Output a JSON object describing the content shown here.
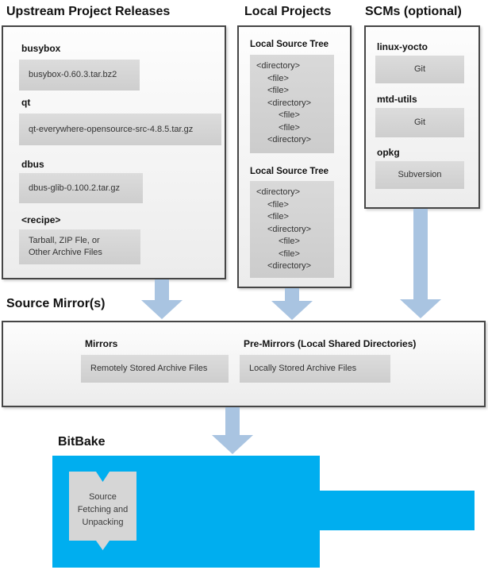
{
  "headings": {
    "upstream": "Upstream Project Releases",
    "local": "Local Projects",
    "scms": "SCMs (optional)",
    "mirrors": "Source Mirror(s)",
    "bitbake": "BitBake"
  },
  "upstream": {
    "items": [
      {
        "label": "busybox",
        "value": "busybox-0.60.3.tar.bz2"
      },
      {
        "label": "qt",
        "value": "qt-everywhere-opensource-src-4.8.5.tar.gz"
      },
      {
        "label": "dbus",
        "value": "dbus-glib-0.100.2.tar.gz"
      },
      {
        "label": "<recipe>",
        "value": "Tarball, ZIP Fle, or\nOther Archive Files"
      }
    ]
  },
  "local": {
    "trees": [
      {
        "label": "Local Source Tree",
        "lines": [
          {
            "text": "<directory>",
            "indent": 0
          },
          {
            "text": "<file>",
            "indent": 1
          },
          {
            "text": "<file>",
            "indent": 1
          },
          {
            "text": "<directory>",
            "indent": 1
          },
          {
            "text": "<file>",
            "indent": 2
          },
          {
            "text": "<file>",
            "indent": 2
          },
          {
            "text": "<directory>",
            "indent": 1
          }
        ]
      },
      {
        "label": "Local Source Tree",
        "lines": [
          {
            "text": "<directory>",
            "indent": 0
          },
          {
            "text": "<file>",
            "indent": 1
          },
          {
            "text": "<file>",
            "indent": 1
          },
          {
            "text": "<directory>",
            "indent": 1
          },
          {
            "text": "<file>",
            "indent": 2
          },
          {
            "text": "<file>",
            "indent": 2
          },
          {
            "text": "<directory>",
            "indent": 1
          }
        ]
      }
    ]
  },
  "scms": {
    "items": [
      {
        "label": "linux-yocto",
        "value": "Git"
      },
      {
        "label": "mtd-utils",
        "value": "Git"
      },
      {
        "label": "opkg",
        "value": "Subversion"
      }
    ]
  },
  "mirrors": {
    "items": [
      {
        "label": "Mirrors",
        "value": "Remotely Stored Archive Files"
      },
      {
        "label": "Pre-Mirrors (Local Shared Directories)",
        "value": "Locally Stored Archive Files"
      }
    ]
  },
  "bitbake": {
    "process": "Source\nFetching and\nUnpacking"
  },
  "colors": {
    "arrow": "#a9c4e1",
    "bitbake_fill": "#00aeef",
    "panel_border": "#464646",
    "item_fill": "#d4d4d4"
  }
}
